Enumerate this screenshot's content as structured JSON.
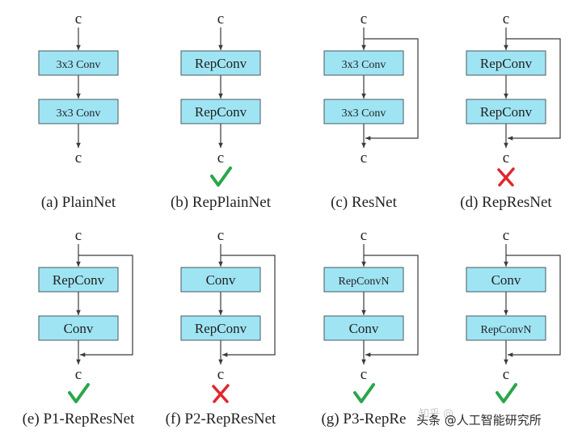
{
  "colors": {
    "box_fill": "#9fe4f3",
    "box_stroke": "#4a5a60",
    "line": "#3a3a3a",
    "check": "#2aa64a",
    "cross": "#e0262c"
  },
  "diagrams": [
    {
      "id": "a",
      "caption": "(a) PlainNet",
      "input": "c",
      "output": "c",
      "box1": "3x3 Conv",
      "box2": "3x3 Conv",
      "residual": false,
      "mark": ""
    },
    {
      "id": "b",
      "caption": "(b) RepPlainNet",
      "input": "c",
      "output": "c",
      "box1": "RepConv",
      "box2": "RepConv",
      "residual": false,
      "mark": "check"
    },
    {
      "id": "c",
      "caption": "(c) ResNet",
      "input": "c",
      "output": "c",
      "box1": "3x3 Conv",
      "box2": "3x3 Conv",
      "residual": true,
      "mark": ""
    },
    {
      "id": "d",
      "caption": "(d) RepResNet",
      "input": "c",
      "output": "c",
      "box1": "RepConv",
      "box2": "RepConv",
      "residual": true,
      "mark": "cross"
    },
    {
      "id": "e",
      "caption": "(e) P1-RepResNet",
      "input": "c",
      "output": "c",
      "box1": "RepConv",
      "box2": "Conv",
      "residual": true,
      "mark": "check"
    },
    {
      "id": "f",
      "caption": "(f) P2-RepResNet",
      "input": "c",
      "output": "c",
      "box1": "Conv",
      "box2": "RepConv",
      "residual": true,
      "mark": "cross"
    },
    {
      "id": "g",
      "caption": "(g) P3-RepRe",
      "input": "c",
      "output": "c",
      "box1": "RepConvN",
      "box2": "Conv",
      "residual": true,
      "mark": "check"
    },
    {
      "id": "h",
      "caption": "",
      "input": "c",
      "output": "c",
      "box1": "Conv",
      "box2": "RepConvN",
      "residual": true,
      "mark": "check"
    }
  ],
  "watermark": {
    "ghost": "知乎 @",
    "text": "头条 @人工智能研究所"
  }
}
